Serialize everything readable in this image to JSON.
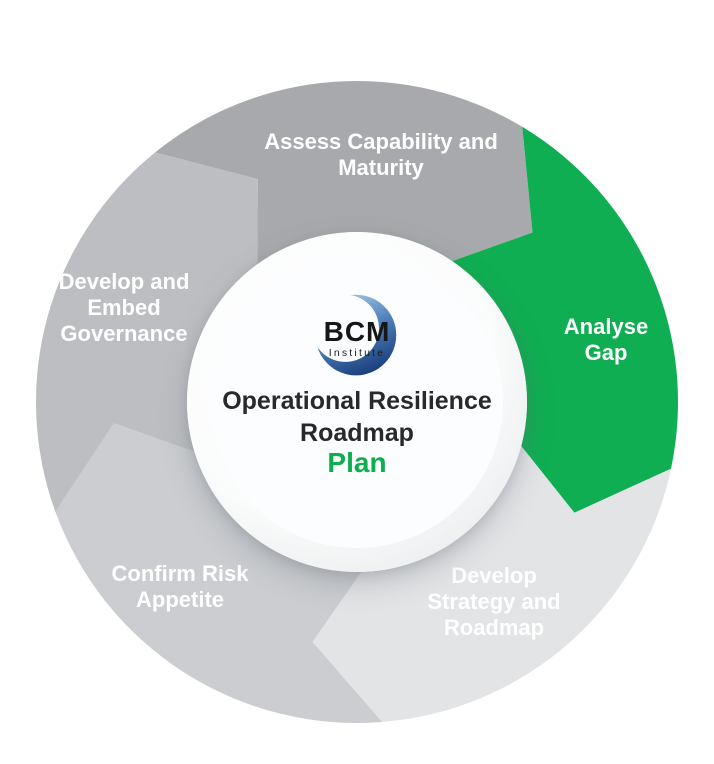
{
  "page": {
    "background": "#ffffff"
  },
  "chart_data": {
    "type": "cycle-diagram",
    "flow": "clockwise",
    "segment_count": 5,
    "segments": [
      {
        "label": "Assess Capability and Maturity",
        "color": "#a7a9ac",
        "state": "default"
      },
      {
        "label": "Analyse Gap",
        "color": "#0fae52",
        "state": "highlighted"
      },
      {
        "label": "Develop Strategy and Roadmap",
        "color": "#e3e4e6",
        "state": "default"
      },
      {
        "label": "Confirm Risk Appetite",
        "color": "#cbcdd0",
        "state": "default"
      },
      {
        "label": "Develop and Embed Governance",
        "color": "#bcbec1",
        "state": "default"
      }
    ],
    "center": {
      "logo_text": "BCM",
      "logo_subtext": "Institute",
      "title": "Operational Resilience Roadmap",
      "phase": "Plan",
      "phase_color": "#0cae4e",
      "title_color": "#292929"
    },
    "accent_green": "#0fae52",
    "label_text_color": "#ffffff"
  }
}
